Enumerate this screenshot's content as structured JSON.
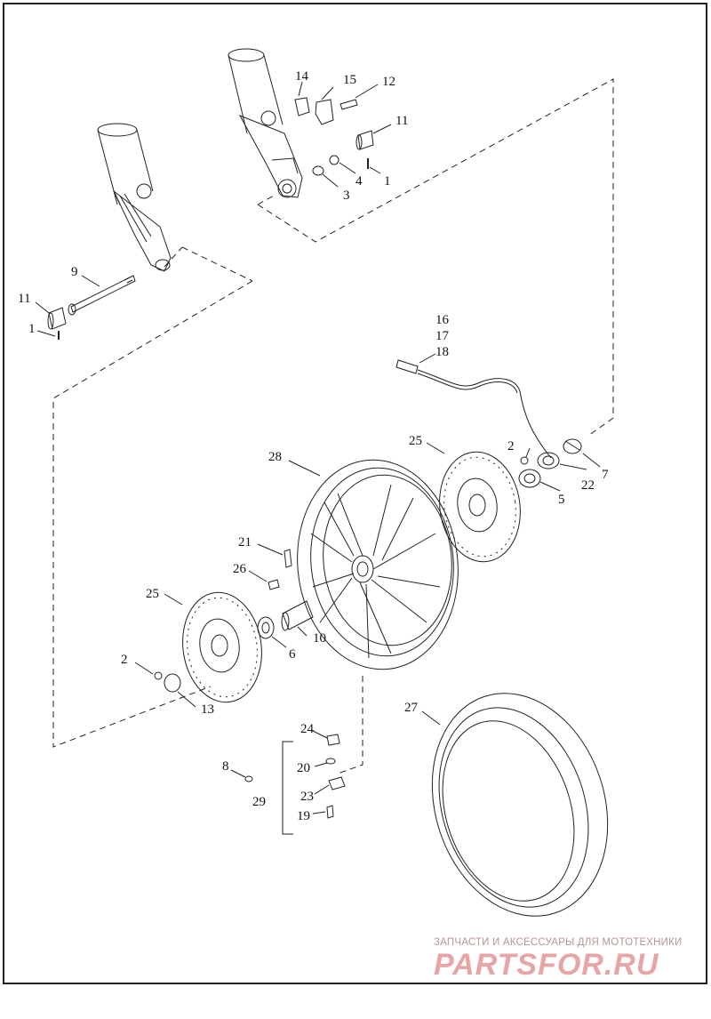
{
  "diagram": {
    "callouts": {
      "c1a": "1",
      "c1b": "1",
      "c2a": "2",
      "c2b": "2",
      "c3": "3",
      "c4": "4",
      "c5": "5",
      "c6": "6",
      "c7": "7",
      "c8": "8",
      "c9": "9",
      "c10": "10",
      "c11a": "11",
      "c11b": "11",
      "c12": "12",
      "c13": "13",
      "c14": "14",
      "c15": "15",
      "c16": "16",
      "c17": "17",
      "c18": "18",
      "c19": "19",
      "c20": "20",
      "c21": "21",
      "c22": "22",
      "c23": "23",
      "c24": "24",
      "c25a": "25",
      "c25b": "25",
      "c26": "26",
      "c27": "27",
      "c28": "28",
      "c29": "29"
    }
  },
  "watermark": {
    "tagline": "ЗАПЧАСТИ И АКСЕССУАРЫ ДЛЯ МОТОТЕХНИКИ",
    "logo": "PARTSFOR.RU"
  },
  "colors": {
    "line": "#222222",
    "background": "#ffffff",
    "watermark": "#e8a5a5"
  }
}
